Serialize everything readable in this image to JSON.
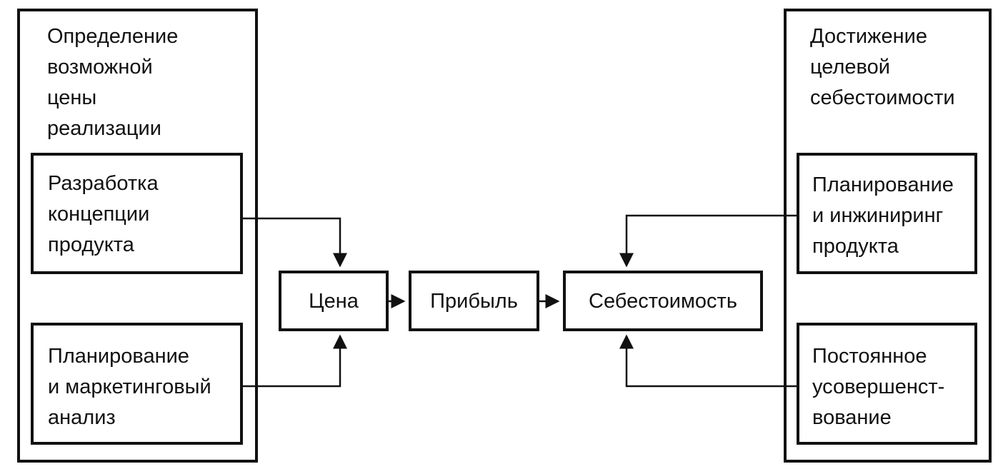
{
  "left_group": {
    "title": "Определение\nвозможной\nцены\nреализации",
    "box_concept": "Разработка\nконцепции\nпродукта",
    "box_marketing": "Планирование\nи маркетинговый\nанализ"
  },
  "right_group": {
    "title": "Достижение\nцелевой\nсебестоимости",
    "box_engineering": "Планирование\nи инжиниринг\nпродукта",
    "box_improvement": "Постоянное\nусовершенст-\nвование"
  },
  "center": {
    "price": "Цена",
    "profit": "Прибыль",
    "cost": "Себестоимость"
  }
}
